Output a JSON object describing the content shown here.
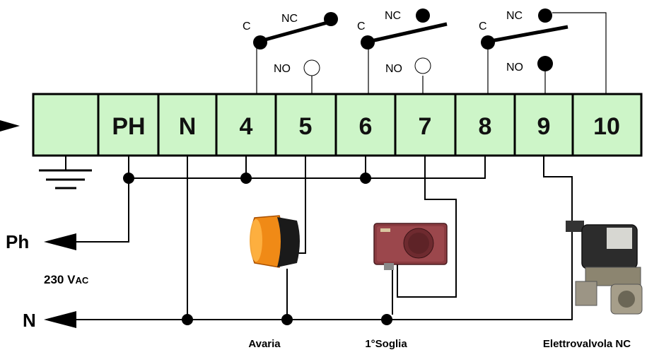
{
  "terminal_block": {
    "terminals": [
      "",
      "PH",
      "N",
      "4",
      "5",
      "6",
      "7",
      "8",
      "9",
      "10"
    ],
    "fill_color": "#cdf5c8"
  },
  "relays": [
    {
      "c": "C",
      "nc": "NC",
      "no": "NO",
      "no_state": "open"
    },
    {
      "c": "C",
      "nc": "NC",
      "no": "NO",
      "no_state": "open"
    },
    {
      "c": "C",
      "nc": "NC",
      "no": "NO",
      "no_state": "closed"
    }
  ],
  "supply": {
    "phase_label": "Ph",
    "voltage_prefix": "230 V",
    "voltage_suffix": "AC",
    "neutral_label": "N"
  },
  "devices": {
    "alarm_lamp": "Avaria",
    "siren": "1°Soglia",
    "valve": "Elettrovalvola NC"
  },
  "icons": [
    "input-arrow-icon",
    "ground-icon",
    "alarm-lamp-icon",
    "siren-icon",
    "solenoid-valve-icon"
  ]
}
